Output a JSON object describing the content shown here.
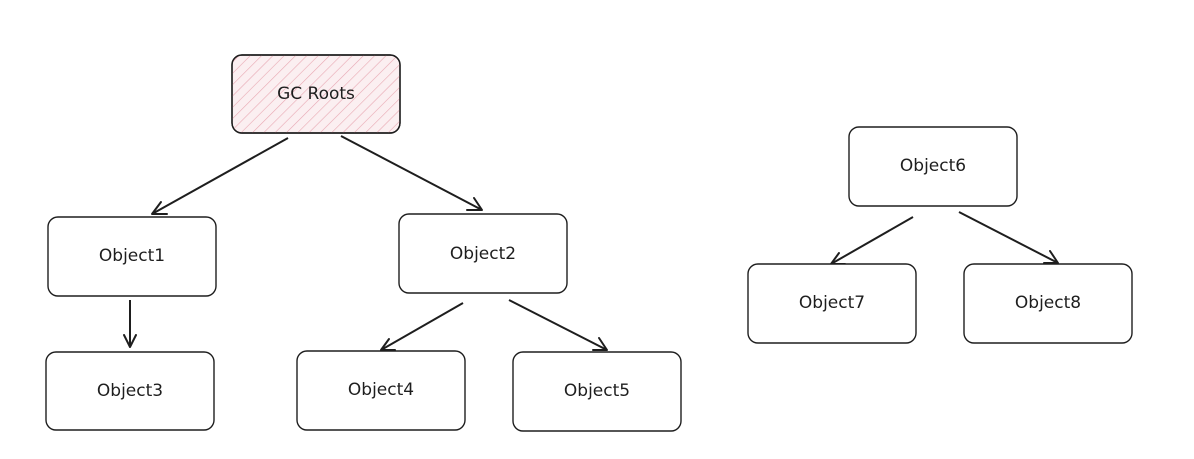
{
  "colors": {
    "stroke": "#1e1e1e",
    "background": "#ffffff",
    "root_fill": "#fbeff1",
    "root_hatch": "#e8a7b2"
  },
  "nodes": {
    "gc_roots": "GC Roots",
    "object1": "Object1",
    "object2": "Object2",
    "object3": "Object3",
    "object4": "Object4",
    "object5": "Object5",
    "object6": "Object6",
    "object7": "Object7",
    "object8": "Object8"
  }
}
